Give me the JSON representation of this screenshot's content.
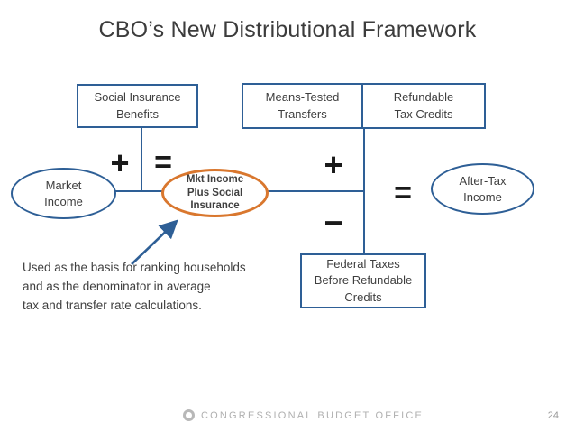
{
  "slide": {
    "title": "CBO’s New Distributional Framework",
    "page_number": "24"
  },
  "colors": {
    "blue": "#2e5f96",
    "orange": "#d9772e",
    "text": "#3f3f3f",
    "operator": "#1a1a1a",
    "footer": "#b0b0b0"
  },
  "diagram": {
    "box_social_insurance": {
      "line1": "Social Insurance",
      "line2": "Benefits"
    },
    "box_means_tested": {
      "line1": "Means-Tested",
      "line2": "Transfers"
    },
    "box_refundable": {
      "line1": "Refundable",
      "line2": "Tax Credits"
    },
    "box_federal_taxes": {
      "line1": "Federal Taxes",
      "line2": "Before Refundable",
      "line3": "Credits"
    },
    "ellipse_market_income": {
      "line1": "Market",
      "line2": "Income"
    },
    "ellipse_mkt_income_plus": {
      "line1": "Mkt Income",
      "line2": "Plus Social",
      "line3": "Insurance"
    },
    "ellipse_after_tax": {
      "line1": "After-Tax",
      "line2": "Income"
    },
    "operators": {
      "plus_left": "+",
      "equals_left": "=",
      "plus_right": "+",
      "minus": "−",
      "equals_right": "="
    },
    "annotation": {
      "line1": "Used as the basis for ranking households",
      "line2": "and as the denominator in average",
      "line3": "tax and transfer rate calculations."
    }
  },
  "footer": {
    "org": "CONGRESSIONAL BUDGET OFFICE",
    "logo_icon": "cbo-logo-icon"
  }
}
